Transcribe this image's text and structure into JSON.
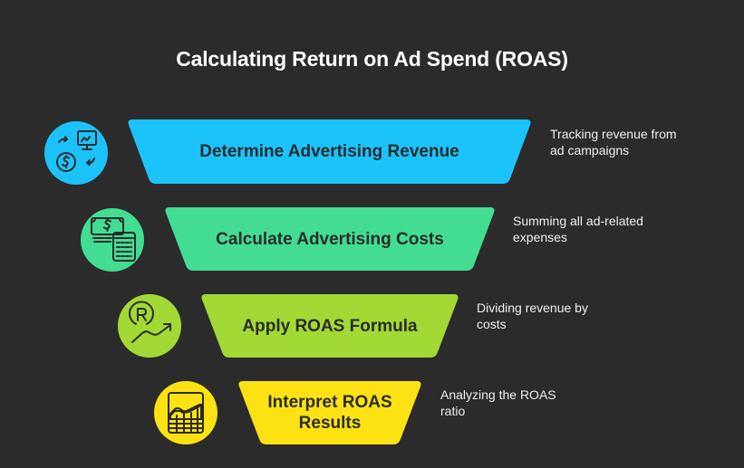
{
  "title": "Calculating Return on Ad Spend (ROAS)",
  "colors": {
    "background": "#2b2b2b",
    "stage1": "#1cc3fb",
    "stage2": "#42dd92",
    "stage3": "#a2d935",
    "stage4": "#fde213",
    "label_text": "#2b2b2b",
    "desc_text": "#f0f0f0"
  },
  "stages": [
    {
      "label": "Determine Advertising Revenue",
      "description_line1": "Tracking revenue from",
      "description_line2": "ad campaigns",
      "icon": "revenue-monitor-dollar-icon"
    },
    {
      "label": "Calculate Advertising Costs",
      "description_line1": "Summing all ad-related",
      "description_line2": "expenses",
      "icon": "cash-calculator-icon"
    },
    {
      "label": "Apply ROAS Formula",
      "description_line1": "Dividing revenue by",
      "description_line2": "costs",
      "icon": "roas-growth-arrow-icon"
    },
    {
      "label_line1": "Interpret ROAS",
      "label_line2": "Results",
      "description_line1": "Analyzing the ROAS",
      "description_line2": "ratio",
      "icon": "chart-grid-icon"
    }
  ]
}
